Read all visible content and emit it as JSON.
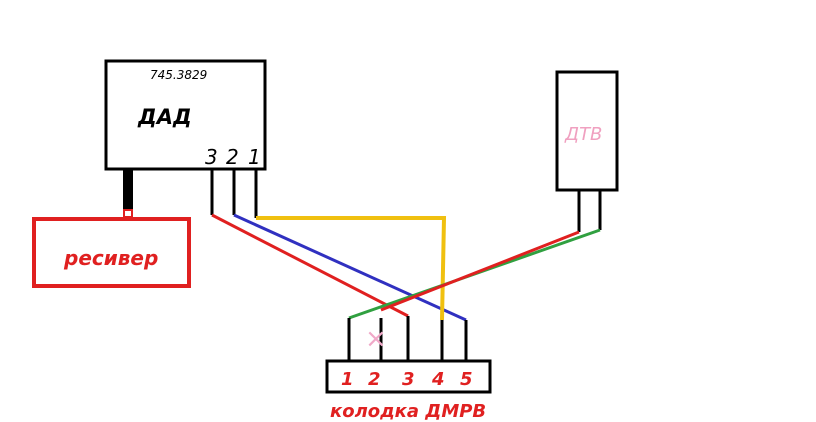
{
  "dad": {
    "model": "745.3829",
    "name": "ДАД",
    "pins": [
      "3",
      "2",
      "1"
    ]
  },
  "receiver": {
    "label": "ресивер"
  },
  "dtv": {
    "label": "ДТВ"
  },
  "connector": {
    "pins": [
      "1",
      "2",
      "3",
      "4",
      "5"
    ],
    "label": "колодка ДМРВ",
    "unused_mark": "×"
  },
  "colors": {
    "red": "#e02020",
    "blue": "#3030c0",
    "yellow": "#f0c010",
    "green": "#30a040",
    "dtv_text": "#f0a0c0",
    "cross": "#f0a8c8",
    "black": "#000000"
  },
  "wires": [
    {
      "color": "red",
      "from": "dad-pin-3",
      "to": "connector-pin-3"
    },
    {
      "color": "blue",
      "from": "dad-pin-2",
      "to": "connector-pin-5"
    },
    {
      "color": "yellow",
      "from": "dad-pin-1",
      "to": "connector-pin-4"
    },
    {
      "color": "green",
      "from": "dtv-pin-2",
      "to": "connector-pin-1"
    },
    {
      "color": "red",
      "from": "dtv-pin-1",
      "to": "connector-pin-2"
    }
  ]
}
